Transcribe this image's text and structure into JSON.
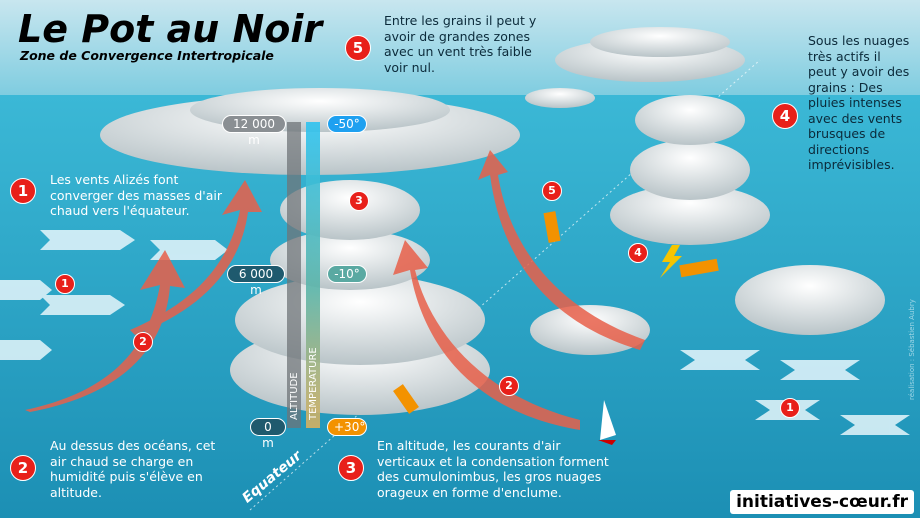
{
  "title": "Le Pot au Noir",
  "subtitle": "Zone de Convergence Intertropicale",
  "steps": [
    {
      "number": "1",
      "text": "Les vents Alizés font converger des masses d'air chaud vers l'équateur."
    },
    {
      "number": "2",
      "text": "Au dessus des océans, cet air chaud se charge en humidité puis s'élève en altitude."
    },
    {
      "number": "3",
      "text": "En altitude, les courants d'air verticaux et la condensation forment des cumulonimbus, les gros nuages orageux en forme d'enclume."
    },
    {
      "number": "4",
      "text": "Sous les nuages très actifs il peut y avoir des grains : Des pluies intenses avec des vents brusques de directions imprévisibles."
    },
    {
      "number": "5",
      "text": "Entre les grains il peut y avoir de grandes zones avec un vent très faible voir nul."
    }
  ],
  "scale": {
    "altitude_label": "ALTITUDE",
    "temperature_label": "TEMPERATURE",
    "altitudes": [
      "12 000 m",
      "6 000 m",
      "0 m"
    ],
    "temperatures": [
      "-50°",
      "-10°",
      "+30°"
    ]
  },
  "equator_label": "Equateur",
  "credit": "réalisation : Sébastien Aubry",
  "logo": "initiatives-cœur.fr",
  "colors": {
    "sea": "#2aa9c9",
    "arrow": "#e8604a",
    "badge": "#e8201a",
    "cold": "#1ea0f0",
    "warm": "#f39200"
  }
}
